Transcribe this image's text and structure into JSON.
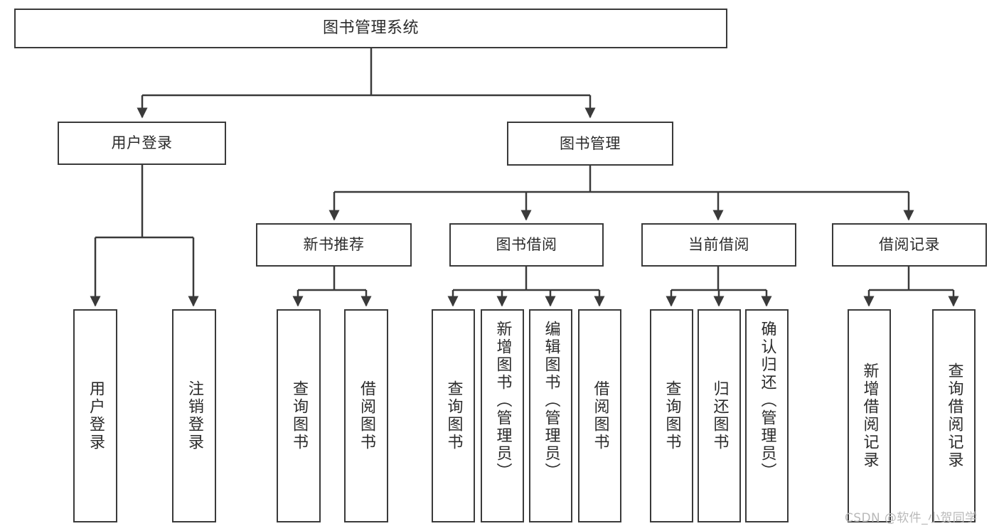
{
  "diagram": {
    "title": "图书管理系统",
    "type": "tree-hierarchy-diagram",
    "orientation": "top-down",
    "colors": {
      "stroke": "#3a3a3a",
      "fill": "#ffffff",
      "text": "#2b2b2b",
      "watermark": "#b9b9b9",
      "background": "#ffffff"
    },
    "root": {
      "label": "图书管理系统"
    },
    "level1": [
      {
        "label": "用户登录"
      },
      {
        "label": "图书管理"
      }
    ],
    "level2": [
      {
        "label": "新书推荐"
      },
      {
        "label": "图书借阅"
      },
      {
        "label": "当前借阅"
      },
      {
        "label": "借阅记录"
      }
    ],
    "leaves": {
      "user_login": [
        {
          "label": "用户登录"
        },
        {
          "label": "注销登录"
        }
      ],
      "new_book_recommend": [
        {
          "label": "查询图书"
        },
        {
          "label": "借阅图书"
        }
      ],
      "book_borrow": [
        {
          "label": "查询图书"
        },
        {
          "label": "新增图书（管理员）"
        },
        {
          "label": "编辑图书（管理员）"
        },
        {
          "label": "借阅图书"
        }
      ],
      "current_borrow": [
        {
          "label": "查询图书"
        },
        {
          "label": "归还图书"
        },
        {
          "label": "确认归还（管理员）"
        }
      ],
      "borrow_record": [
        {
          "label": "新增借阅记录"
        },
        {
          "label": "查询借阅记录"
        }
      ]
    }
  },
  "watermark": {
    "text": "CSDN @软件_小贺同学"
  }
}
